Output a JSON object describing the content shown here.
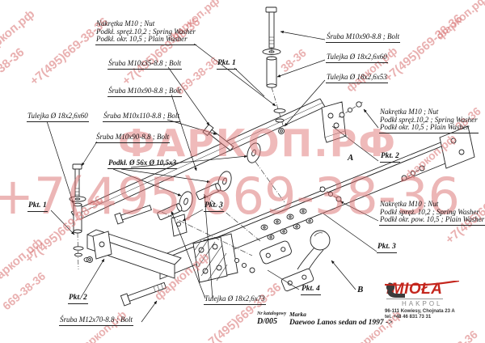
{
  "watermark": {
    "phone": "+7(495)669-38-36",
    "phone_tail": "669-38-36",
    "phone_tail_short": "38-36",
    "site": "фаркоп.рф",
    "site_caps": "ФАРКОП.РФ",
    "color": "#d87070"
  },
  "callouts": {
    "nut_set_top": {
      "l1": "Nakrętka  M10 ; Nut",
      "l2": "Podkł. spręż.10,2 ;  Spring Washer",
      "l3": "Podkł. okr. 10,5 ;  Plain Washer"
    },
    "nut_set_right": {
      "l1": "Nakrętka  M10 ; Nut",
      "l2": "Podkł spręż.10,2 ;  Spring Washer",
      "l3": "Podkł okr. 10,5 ;  Plain Washer"
    },
    "nut_set_bottom": {
      "l1": "Nakrętka  M10 ; Nut",
      "l2": "Podkł spręż. 10,2 ;  Spring Washer",
      "l3": "Podkł okr. pow. 10,5 ;  Plain Washer"
    },
    "sruba_m10x35": "Śruba M10x35-8.8 ;  Bolt",
    "sruba_m10x90": "Śruba M10x90-8.8 ;  Bolt",
    "sruba_m10x110": "Śruba M10x110-8.8 ;  Bolt",
    "sruba_m12x70": "Śruba M12x70-8.8 ;  Bolt",
    "tulejka_60": "Tulejka  Ø 18x2,6x60",
    "tulejka_53": "Tulejka  Ø 18x2,6x53",
    "tulejka_73": "Tulejka  Ø 18x2,6x73",
    "podkl_56": "Podkł.  Ø 56x Ø 10,5x3"
  },
  "markers": {
    "pkt1": "Pkt. 1",
    "pkt2": "Pkt. 2",
    "pkt3": "Pkt. 3",
    "pkt4": "Pkt. 4",
    "a": "A",
    "b": "B"
  },
  "footer": {
    "catalog_label": "Nr katalogowy",
    "catalog_no": "D/005",
    "make_label": "Marka",
    "model": "Daewoo Lanos sedan    od 1997 ->"
  },
  "brand": {
    "name": "IMIOŁA",
    "sub": "HAKPOL",
    "address": "96-111 Kowiesy,  Chojnata 23 A",
    "phone": "tel. +48 46 831 73 31",
    "accent_color": "#c4261d"
  }
}
